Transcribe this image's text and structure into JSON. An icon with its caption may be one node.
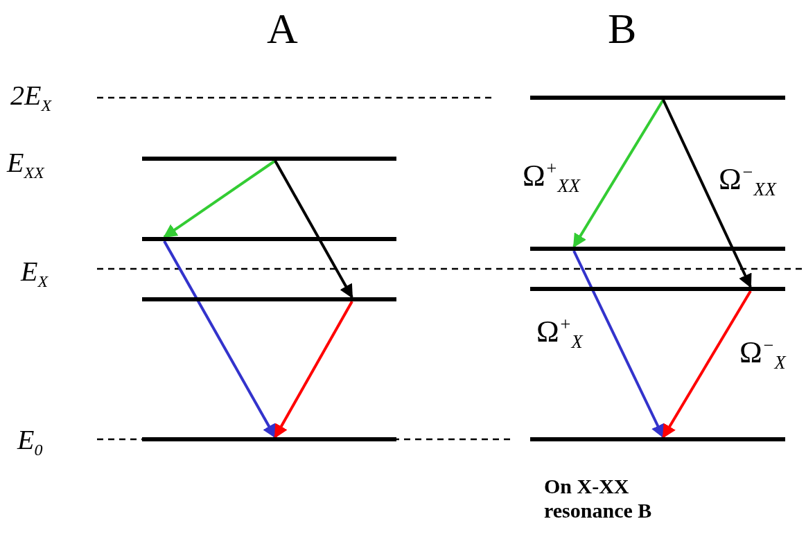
{
  "diagram": {
    "caption": "On X-XX resonance B",
    "nodes": [
      {
        "text": [],
        "shape": "bar"
      },
      {
        "text": [],
        "shape": "bar"
      },
      {
        "text": [],
        "shape": "bar"
      },
      {
        "text": [],
        "shape": "bar"
      },
      {
        "text": [],
        "shape": "bar"
      },
      {
        "text": [],
        "shape": "bar"
      },
      {
        "text": [],
        "shape": "bar"
      },
      {
        "text": [],
        "shape": "bar"
      }
    ],
    "edges": [
      {
        "from": 0,
        "to": 1,
        "arrow": "to",
        "color": "#33cc33"
      },
      {
        "from": 0,
        "to": 2,
        "arrow": "to",
        "color": "#000000"
      },
      {
        "from": 1,
        "to": 3,
        "arrow": "to",
        "color": "#3333cc"
      },
      {
        "from": 2,
        "to": 3,
        "arrow": "to",
        "color": "#ff0000"
      },
      {
        "from": 4,
        "to": 5,
        "arrow": "to",
        "color": "#33cc33",
        "label": "Ω$^{+}$$_{XX}$"
      },
      {
        "from": 4,
        "to": 6,
        "arrow": "to",
        "color": "#000000",
        "label": "Ω$^{−}$$_{XX}$"
      },
      {
        "from": 5,
        "to": 7,
        "arrow": "to",
        "color": "#3333cc",
        "label": "Ω$^{+}$$_{X}$"
      },
      {
        "from": 6,
        "to": 7,
        "arrow": "to",
        "color": "#ff0000",
        "label": "Ω$^{−}$$_{X}$"
      }
    ],
    "labels": [
      "A",
      "B",
      "2E$_{X}$",
      "E$_{XX}$",
      "E$_{X}$",
      "E$_{0}$"
    ]
  }
}
